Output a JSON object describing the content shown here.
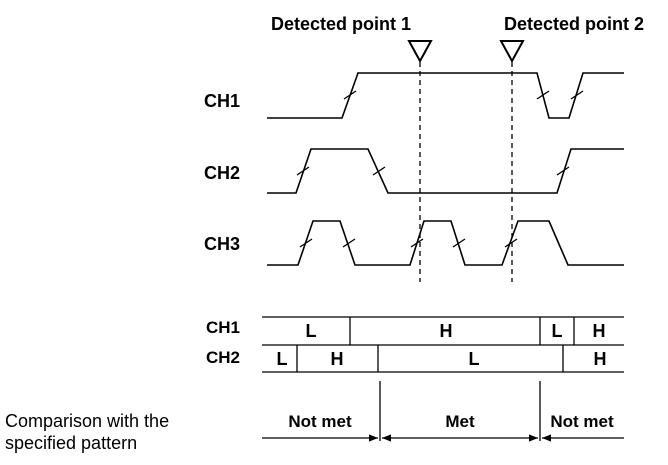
{
  "markers": [
    {
      "label": "Detected point 1"
    },
    {
      "label": "Detected point 2"
    }
  ],
  "channels": [
    {
      "name": "CH1"
    },
    {
      "name": "CH2"
    },
    {
      "name": "CH3"
    }
  ],
  "state_table": {
    "rows": [
      {
        "name": "CH1",
        "cells": [
          "L",
          "H",
          "L",
          "H"
        ]
      },
      {
        "name": "CH2",
        "cells": [
          "L",
          "H",
          "L",
          "H"
        ]
      }
    ]
  },
  "comparison": {
    "label_line1": "Comparison with the",
    "label_line2": "specified pattern",
    "segments": [
      "Not met",
      "Met",
      "Not met"
    ]
  },
  "colors": {
    "line": "#000000",
    "background": "#ffffff"
  }
}
